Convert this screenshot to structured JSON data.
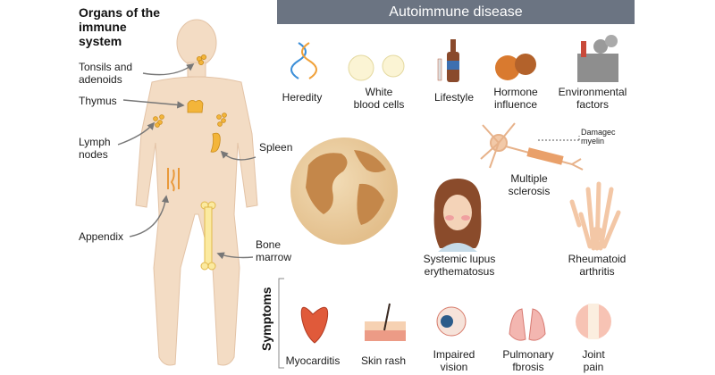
{
  "organs_title": "Organs of the\nimmune\nsystem",
  "organ_labels": {
    "tonsils": "Tonsils and\nadenoids",
    "thymus": "Thymus",
    "lymph": "Lymph\nnodes",
    "spleen": "Spleen",
    "appendix": "Appendix",
    "bone_marrow": "Bone\nmarrow"
  },
  "banner": "Autoimmune disease",
  "causes": {
    "heredity": "Heredity",
    "white_blood": "White\nblood cells",
    "lifestyle": "Lifestyle",
    "hormone": "Hormone\ninfluence",
    "environment": "Environmental\nfactors"
  },
  "diseases": {
    "damaged_myelin": "Damagec\nmyelin",
    "ms": "Multiple\nsclerosis",
    "lupus": "Systemic lupus\nerythematosus",
    "ra": "Rheumatoid\narthritis"
  },
  "symptoms_title": "Symptoms",
  "symptoms": {
    "myocarditis": "Myocarditis",
    "skin_rash": "Skin rash",
    "impaired_vision": "Impaired\nvision",
    "pulmonary": "Pulmonary\nfbrosis",
    "joint_pain": "Joint\npain"
  },
  "colors": {
    "skin": "#f3dcc4",
    "organ": "#f3b53a",
    "banner": "#6b7482",
    "globe": "#c4874a"
  }
}
